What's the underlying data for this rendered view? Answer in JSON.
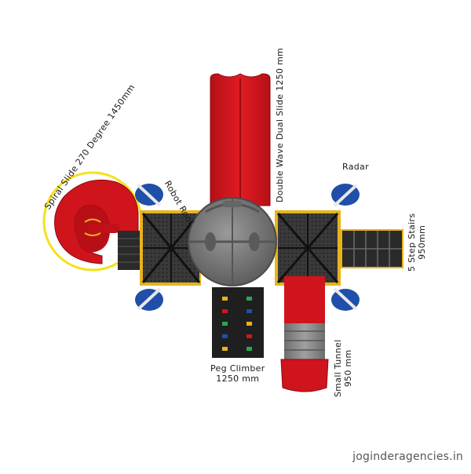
{
  "labels": {
    "robot_roof": "Robot Roof",
    "dual_slide": "Double Wave Dual Slide 1250 mm",
    "radar": "Radar",
    "spiral_slide": "Spiral Slide 270 Degree 1450mm",
    "step_stairs": {
      "line1": "5 Step Stairs",
      "line2": "950mm"
    },
    "peg_climber": {
      "line1": "Peg Climber",
      "line2": "1250 mm"
    },
    "small_tunnel": {
      "line1": "Small Tunnel",
      "line2": "950 mm"
    }
  },
  "watermark": "joginderagencies.in",
  "colors": {
    "slide_red": "#d0141c",
    "roof_grey": "#7d7d7d",
    "deck_black": "#2a2a2a",
    "radar_blue": "#1f4fa8",
    "accent_yellow": "#e8b41c",
    "highlight_yellow": "#f5e11a"
  }
}
